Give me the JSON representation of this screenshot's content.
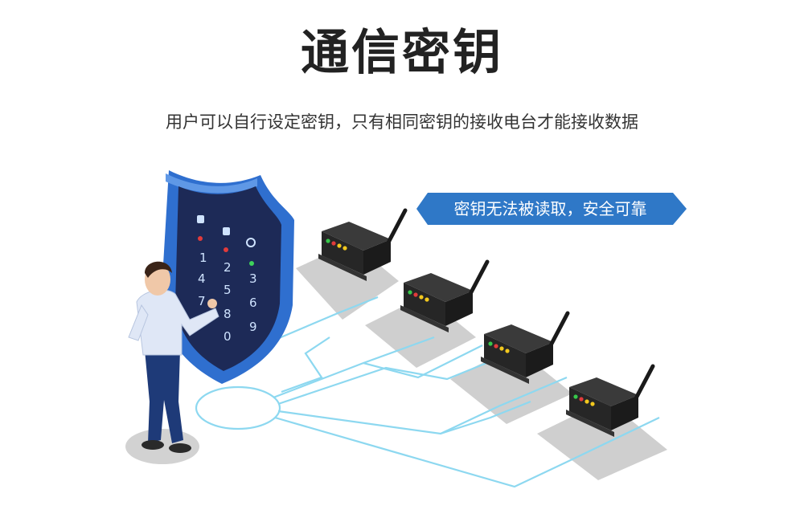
{
  "title": "通信密钥",
  "subtitle": "用户可以自行设定密钥，只有相同密钥的接收电台才能接收数据",
  "badge": {
    "text": "密钥无法被读取，安全可靠"
  },
  "keypad": {
    "keys": [
      "1",
      "2",
      "3",
      "4",
      "5",
      "6",
      "7",
      "8",
      "9",
      "0"
    ]
  },
  "colors": {
    "shield_outer": "#2f6fcf",
    "shield_inner": "#1d2a57",
    "badge": "#2f78c7",
    "circuit": "#7fd3ef",
    "device": "#2c2c2c",
    "shadow": "#cfcfcf"
  },
  "devices_count_shown": 4
}
